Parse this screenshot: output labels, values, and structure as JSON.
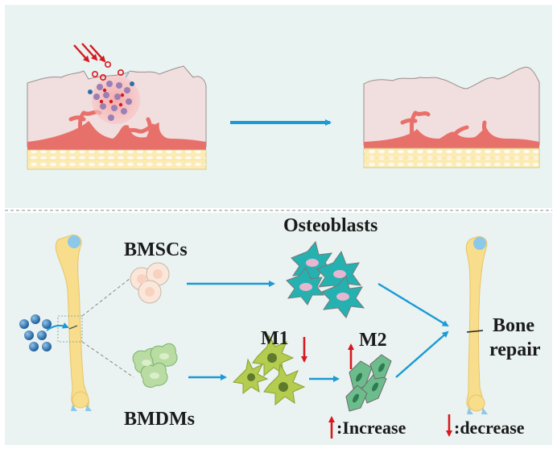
{
  "labels": {
    "bmscs": "BMSCs",
    "osteoblasts": "Osteoblasts",
    "m1": "M1",
    "m2": "M2",
    "bmdms": "BMDMs",
    "bone_repair_line1": "Bone",
    "bone_repair_line2": "repair"
  },
  "legend": {
    "increase": ":Increase",
    "decrease": ":decrease"
  },
  "colors": {
    "top_panel_bg": "#e9f3f1",
    "bottom_panel_bg": "#eaf3f1",
    "arrow_blue": "#1a9ad6",
    "arrow_red": "#d7191f",
    "bone_yellow": "#f7dd8c",
    "bone_cap_blue": "#8cc8ea",
    "osteoblast_teal": "#26b1b1",
    "nucleus_pink": "#e8b6d0",
    "m1_green": "#b4cc4f",
    "m2_green": "#6dbd8c",
    "bmdm_green": "#b8dca2",
    "tissue_pink": "#f1dede",
    "vessel_red": "#e8706b",
    "marrow_yellow": "#fbebb5",
    "nanoparticle_blue": "#2f6fa8"
  },
  "icons": {
    "laser": "red-arrows-icon",
    "nanoparticle": "nanoparticle-icon"
  }
}
